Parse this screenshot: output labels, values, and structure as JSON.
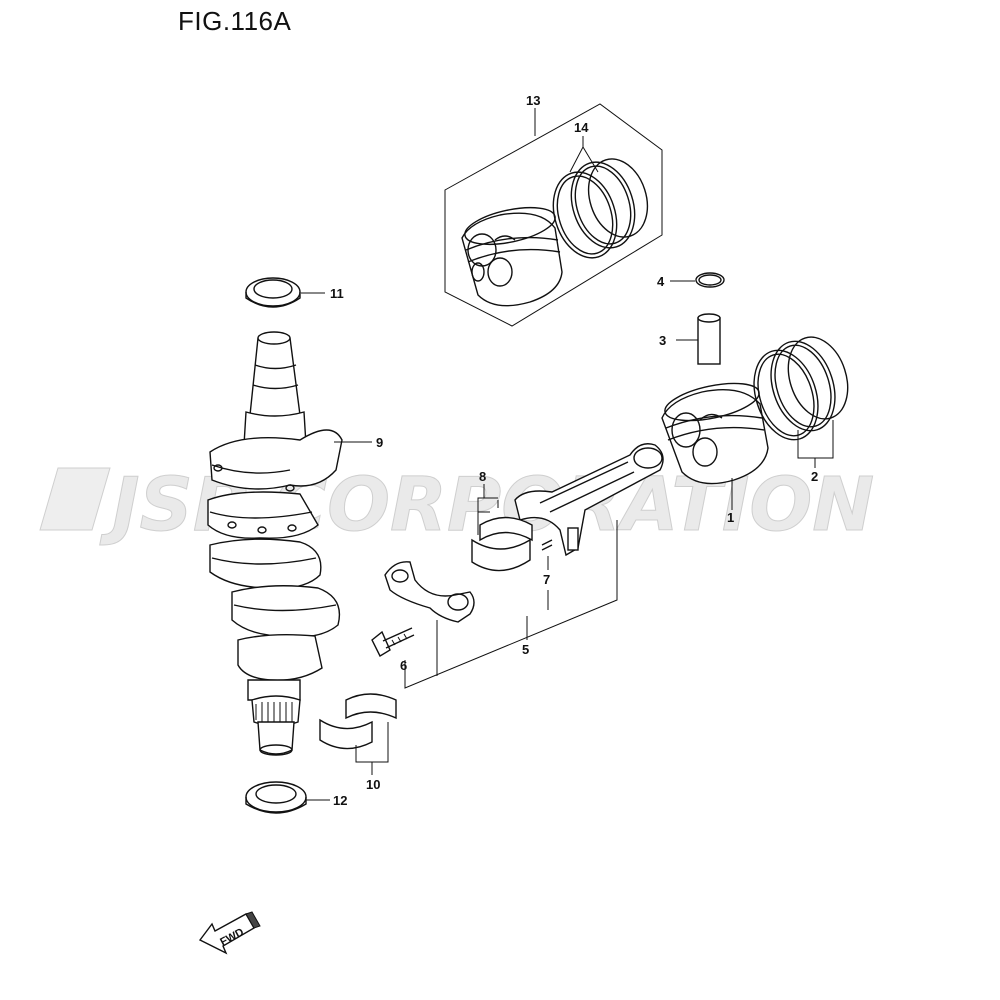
{
  "figure": {
    "title": "FIG.116A"
  },
  "watermark": {
    "text": "JSP CORPORATION"
  },
  "direction": {
    "label": "FWD"
  },
  "callouts": [
    {
      "id": "1",
      "part": "piston"
    },
    {
      "id": "2",
      "part": "piston-ring-set"
    },
    {
      "id": "3",
      "part": "piston-pin"
    },
    {
      "id": "4",
      "part": "circlip"
    },
    {
      "id": "5",
      "part": "connecting-rod"
    },
    {
      "id": "6",
      "part": "rod-bolt"
    },
    {
      "id": "7",
      "part": "pin"
    },
    {
      "id": "8",
      "part": "rod-bearing"
    },
    {
      "id": "9",
      "part": "crankshaft"
    },
    {
      "id": "10",
      "part": "main-bearing"
    },
    {
      "id": "11",
      "part": "oil-seal-upper"
    },
    {
      "id": "12",
      "part": "oil-seal-lower"
    },
    {
      "id": "13",
      "part": "piston-kit"
    },
    {
      "id": "14",
      "part": "piston-ring-kit"
    }
  ]
}
